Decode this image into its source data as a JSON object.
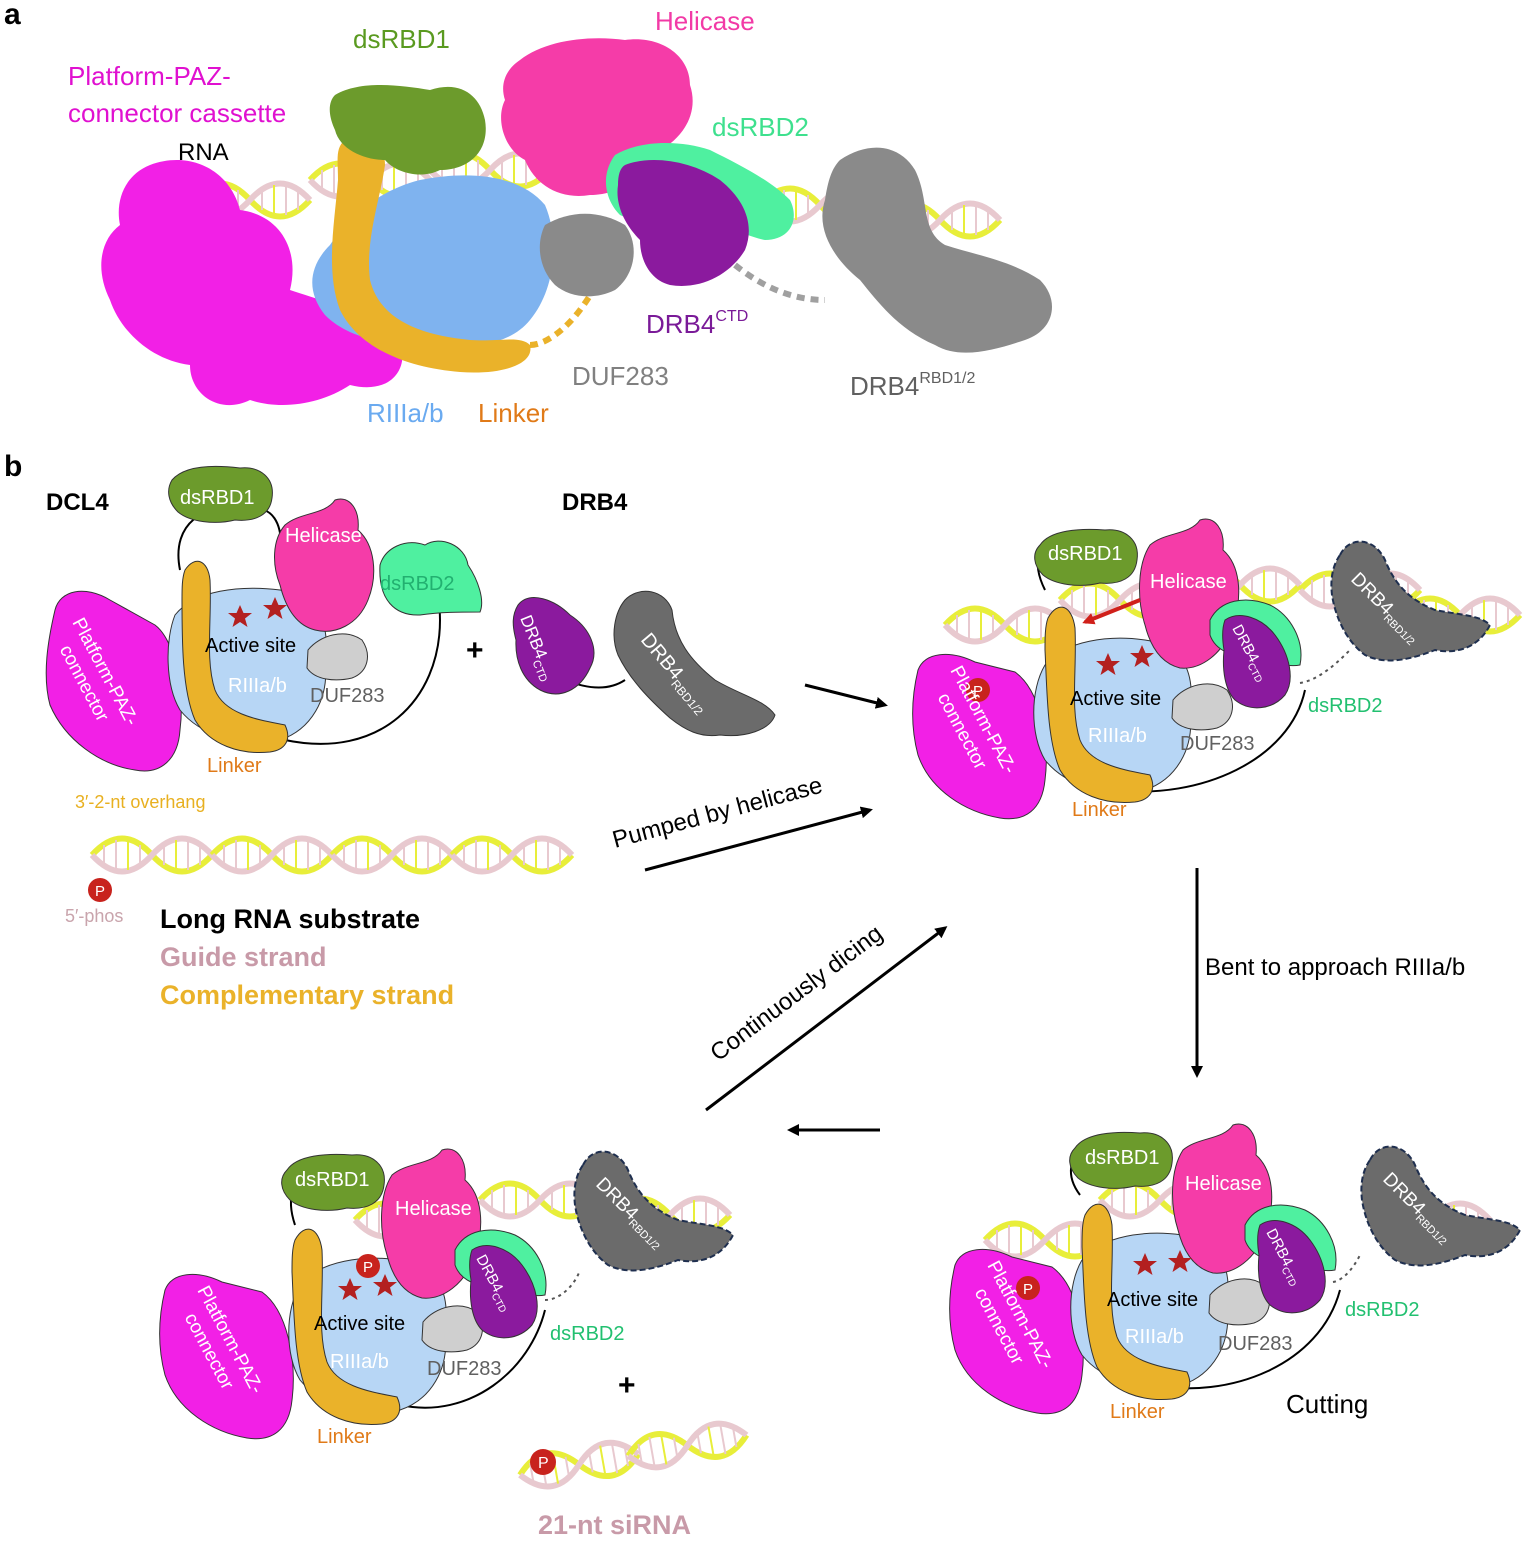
{
  "colors": {
    "platform": "#f220e6",
    "dsrbd1": "#6c9b2c",
    "helicase": "#f53ca8",
    "dsrbd2": "#4ff0a0",
    "rnase": "#b7d6f5",
    "rnase_dark": "#7fb3ef",
    "linker": "#eab22a",
    "duf": "#cfcfcf",
    "drb4ctd": "#8b1a9e",
    "drb4rbd": "#6b6b6b",
    "rna_yellow": "#e8ee3a",
    "rna_pink": "#e8c9cf",
    "star": "#b32020",
    "phos": "#c8231d"
  },
  "panel_a": {
    "letter": "a",
    "labels": {
      "platform_line1": "Platform-PAZ-",
      "platform_line2": "connector cassette",
      "rna": "RNA",
      "dsrbd1": "dsRBD1",
      "helicase": "Helicase",
      "dsrbd2": "dsRBD2",
      "drb4ctd": "DRB4",
      "drb4ctd_sup": "CTD",
      "duf283": "DUF283",
      "drb4rbd": "DRB4",
      "drb4rbd_sup": "RBD1/2",
      "rnase": "RIIIa/b",
      "linker": "Linker"
    }
  },
  "panel_b": {
    "letter": "b",
    "titles": {
      "dcl4": "DCL4",
      "drb4": "DRB4"
    },
    "plus": "+",
    "domain_labels": {
      "dsrbd1": "dsRBD1",
      "helicase": "Helicase",
      "dsrbd2": "dsRBD2",
      "active_site": "Active site",
      "rnase": "RIIIa/b",
      "duf283": "DUF283",
      "platform_line1": "Platform-PAZ-",
      "platform_line2": "connector",
      "linker": "Linker",
      "drb4ctd": "DRB4",
      "drb4ctd_sub": "CTD",
      "drb4rbd": "DRB4",
      "drb4rbd_sub": "RBD1/2",
      "phos": "P"
    },
    "substrate": {
      "overhang": "3′-2-nt overhang",
      "phos5": "5′-phos",
      "long_rna": "Long RNA substrate",
      "guide": "Guide strand",
      "complementary": "Complementary strand"
    },
    "arrows": {
      "pumped": "Pumped by helicase",
      "bent": "Bent to approach RIIIa/b",
      "dicing": "Continuously dicing"
    },
    "cutting": "Cutting",
    "sirna": "21-nt siRNA"
  }
}
